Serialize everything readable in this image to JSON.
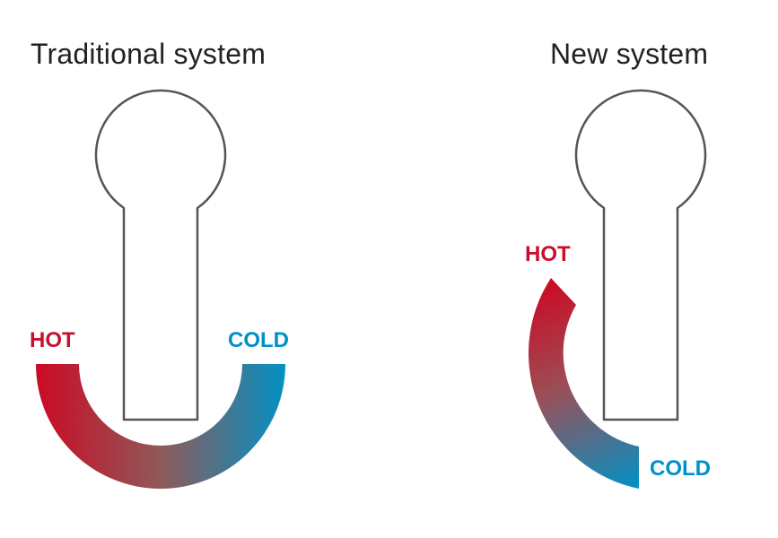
{
  "left_panel": {
    "title": "Traditional system",
    "hot_label": "HOT",
    "cold_label": "COLD"
  },
  "right_panel": {
    "title": "New system",
    "hot_label": "HOT",
    "cold_label": "COLD"
  },
  "colors": {
    "hot": "#c8102e",
    "cold": "#0090c8",
    "outline": "#555555"
  }
}
